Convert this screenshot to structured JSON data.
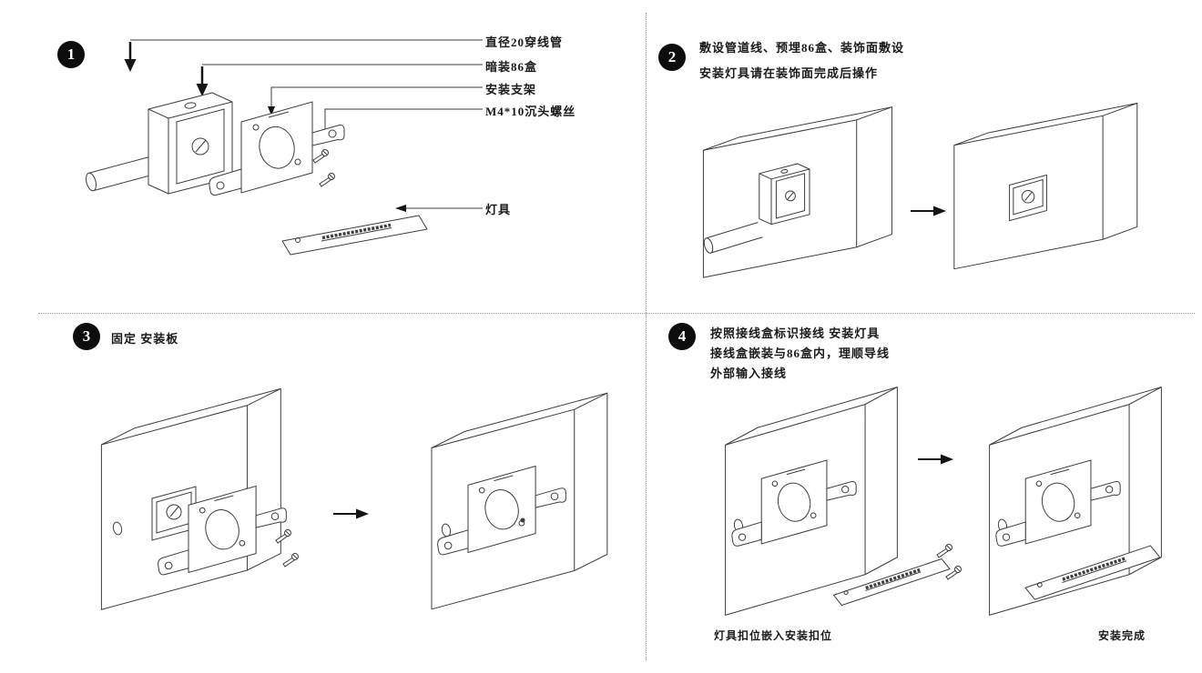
{
  "steps": {
    "s1": {
      "number": "1",
      "labels": {
        "pipe": "直径20穿线管",
        "box": "暗装86盒",
        "bracket": "安装支架",
        "screw": "M4*10沉头螺丝",
        "lamp": "灯具"
      }
    },
    "s2": {
      "number": "2",
      "line1": "敷设管道线、预埋86盒、装饰面敷设",
      "line2": "安装灯具请在装饰面完成后操作"
    },
    "s3": {
      "number": "3",
      "title": "固定 安装板"
    },
    "s4": {
      "number": "4",
      "line1": "按照接线盒标识接线 安装灯具",
      "line2": "接线盒嵌装与86盒内，理顺导线",
      "line3": "外部输入接线",
      "caption_left": "灯具扣位嵌入安装扣位",
      "caption_right": "安装完成"
    }
  },
  "colors": {
    "line": "#3d3d3d",
    "arrow": "#141414",
    "background": "#ffffff"
  }
}
